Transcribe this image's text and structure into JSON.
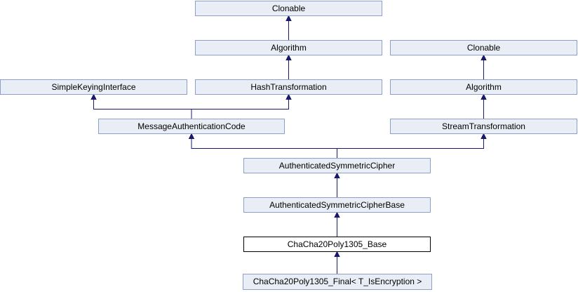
{
  "diagram": {
    "type": "class-inheritance-graph",
    "current_class": "ChaCha20Poly1305_Base",
    "colors": {
      "node_fill": "#E9EDF6",
      "node_border": "#8CA0C8",
      "current_node_fill": "#FFFFFF",
      "current_node_border": "#000000",
      "edge": "#191970",
      "text": "#000000",
      "background": "#FFFFFF"
    },
    "nodes": [
      {
        "label": "Clonable"
      },
      {
        "label": "Algorithm"
      },
      {
        "label": "Clonable"
      },
      {
        "label": "SimpleKeyingInterface"
      },
      {
        "label": "HashTransformation"
      },
      {
        "label": "Algorithm"
      },
      {
        "label": "MessageAuthenticationCode"
      },
      {
        "label": "StreamTransformation"
      },
      {
        "label": "AuthenticatedSymmetricCipher"
      },
      {
        "label": "AuthenticatedSymmetricCipherBase"
      },
      {
        "label": "ChaCha20Poly1305_Base"
      },
      {
        "label": "ChaCha20Poly1305_Final< T_IsEncryption >"
      }
    ],
    "edges": [
      {
        "child": "Algorithm",
        "parent": "Clonable"
      },
      {
        "child": "HashTransformation",
        "parent": "Algorithm"
      },
      {
        "child": "Algorithm (right)",
        "parent": "Clonable (right)"
      },
      {
        "child": "StreamTransformation",
        "parent": "Algorithm (right)"
      },
      {
        "child": "MessageAuthenticationCode",
        "parent": "SimpleKeyingInterface"
      },
      {
        "child": "MessageAuthenticationCode",
        "parent": "HashTransformation"
      },
      {
        "child": "AuthenticatedSymmetricCipher",
        "parent": "MessageAuthenticationCode"
      },
      {
        "child": "AuthenticatedSymmetricCipher",
        "parent": "StreamTransformation"
      },
      {
        "child": "AuthenticatedSymmetricCipherBase",
        "parent": "AuthenticatedSymmetricCipher"
      },
      {
        "child": "ChaCha20Poly1305_Base",
        "parent": "AuthenticatedSymmetricCipherBase"
      },
      {
        "child": "ChaCha20Poly1305_Final< T_IsEncryption >",
        "parent": "ChaCha20Poly1305_Base"
      }
    ]
  }
}
